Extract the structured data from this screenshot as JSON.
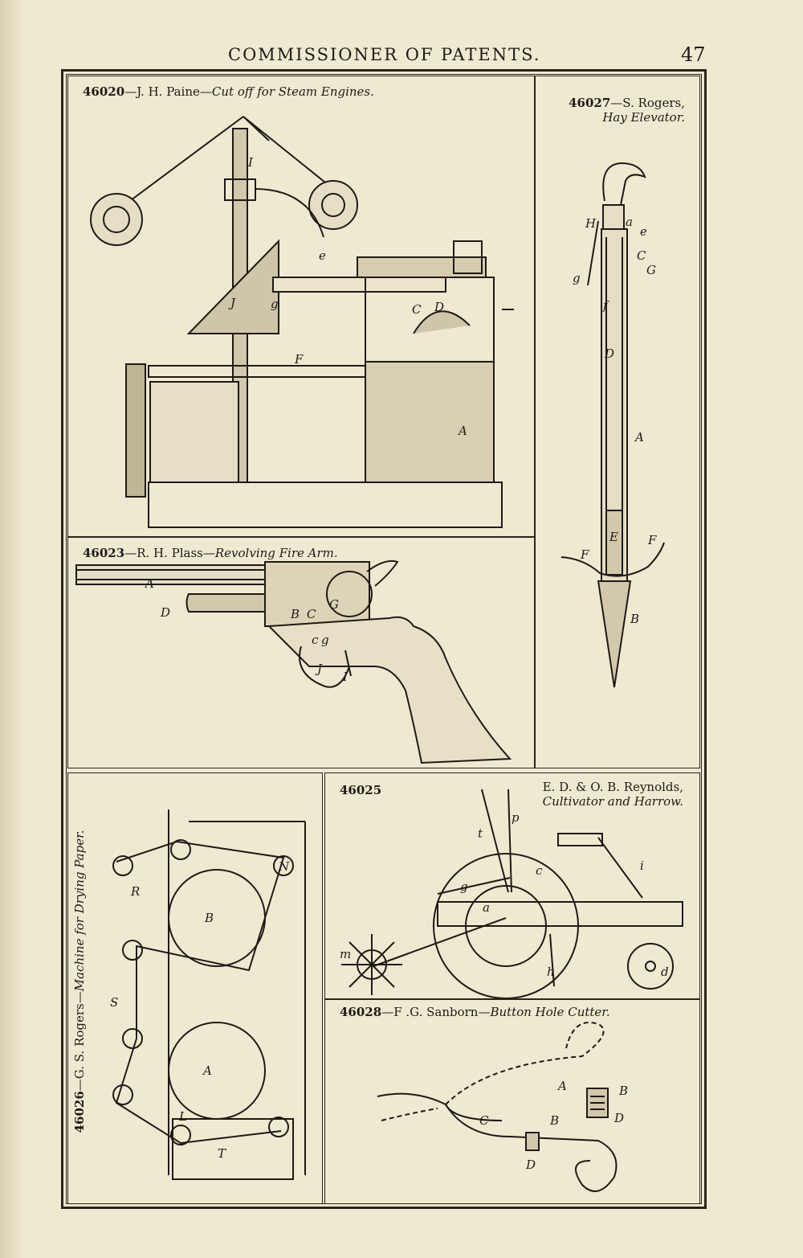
{
  "header": {
    "running_head": "COMMISSIONER OF PATENTS.",
    "page_number": "47"
  },
  "patents": {
    "p46020": {
      "number": "46020",
      "inventor": "—J. H. Paine—",
      "title": "Cut off for Steam Engines."
    },
    "p46027": {
      "number": "46027",
      "inventor": "—S. Rogers,",
      "title": "Hay Elevator."
    },
    "p46023": {
      "number": "46023",
      "inventor": "—R. H. Plass—",
      "title": "Revolving Fire Arm."
    },
    "p46026": {
      "number": "46026",
      "inventor": "—G. S. Rogers—",
      "title": "Machine for Drying Paper."
    },
    "p46025": {
      "number": "46025",
      "inventor": "E. D. & O. B. Reynolds,",
      "title": "Cultivator and Harrow."
    },
    "p46028": {
      "number": "46028",
      "inventor": "—F .G. Sanborn—",
      "title": "Button Hole Cutter."
    }
  },
  "labels": {
    "engine": [
      "I",
      "J",
      "e",
      "g",
      "C",
      "D",
      "F",
      "A"
    ],
    "elevator": [
      "H",
      "a",
      "e",
      "C",
      "G",
      "g",
      "f",
      "D",
      "A",
      "E",
      "F",
      "F",
      "B"
    ],
    "firearm": [
      "A",
      "D",
      "B",
      "C",
      "G",
      "c",
      "g",
      "J",
      "I"
    ],
    "drying": [
      "R",
      "B",
      "N",
      "S",
      "A",
      "L",
      "T"
    ],
    "cultivator": [
      "p",
      "t",
      "c",
      "i",
      "g",
      "a",
      "m",
      "h",
      "d"
    ],
    "cutter": [
      "A",
      "B",
      "D",
      "C",
      "B",
      "D"
    ]
  }
}
